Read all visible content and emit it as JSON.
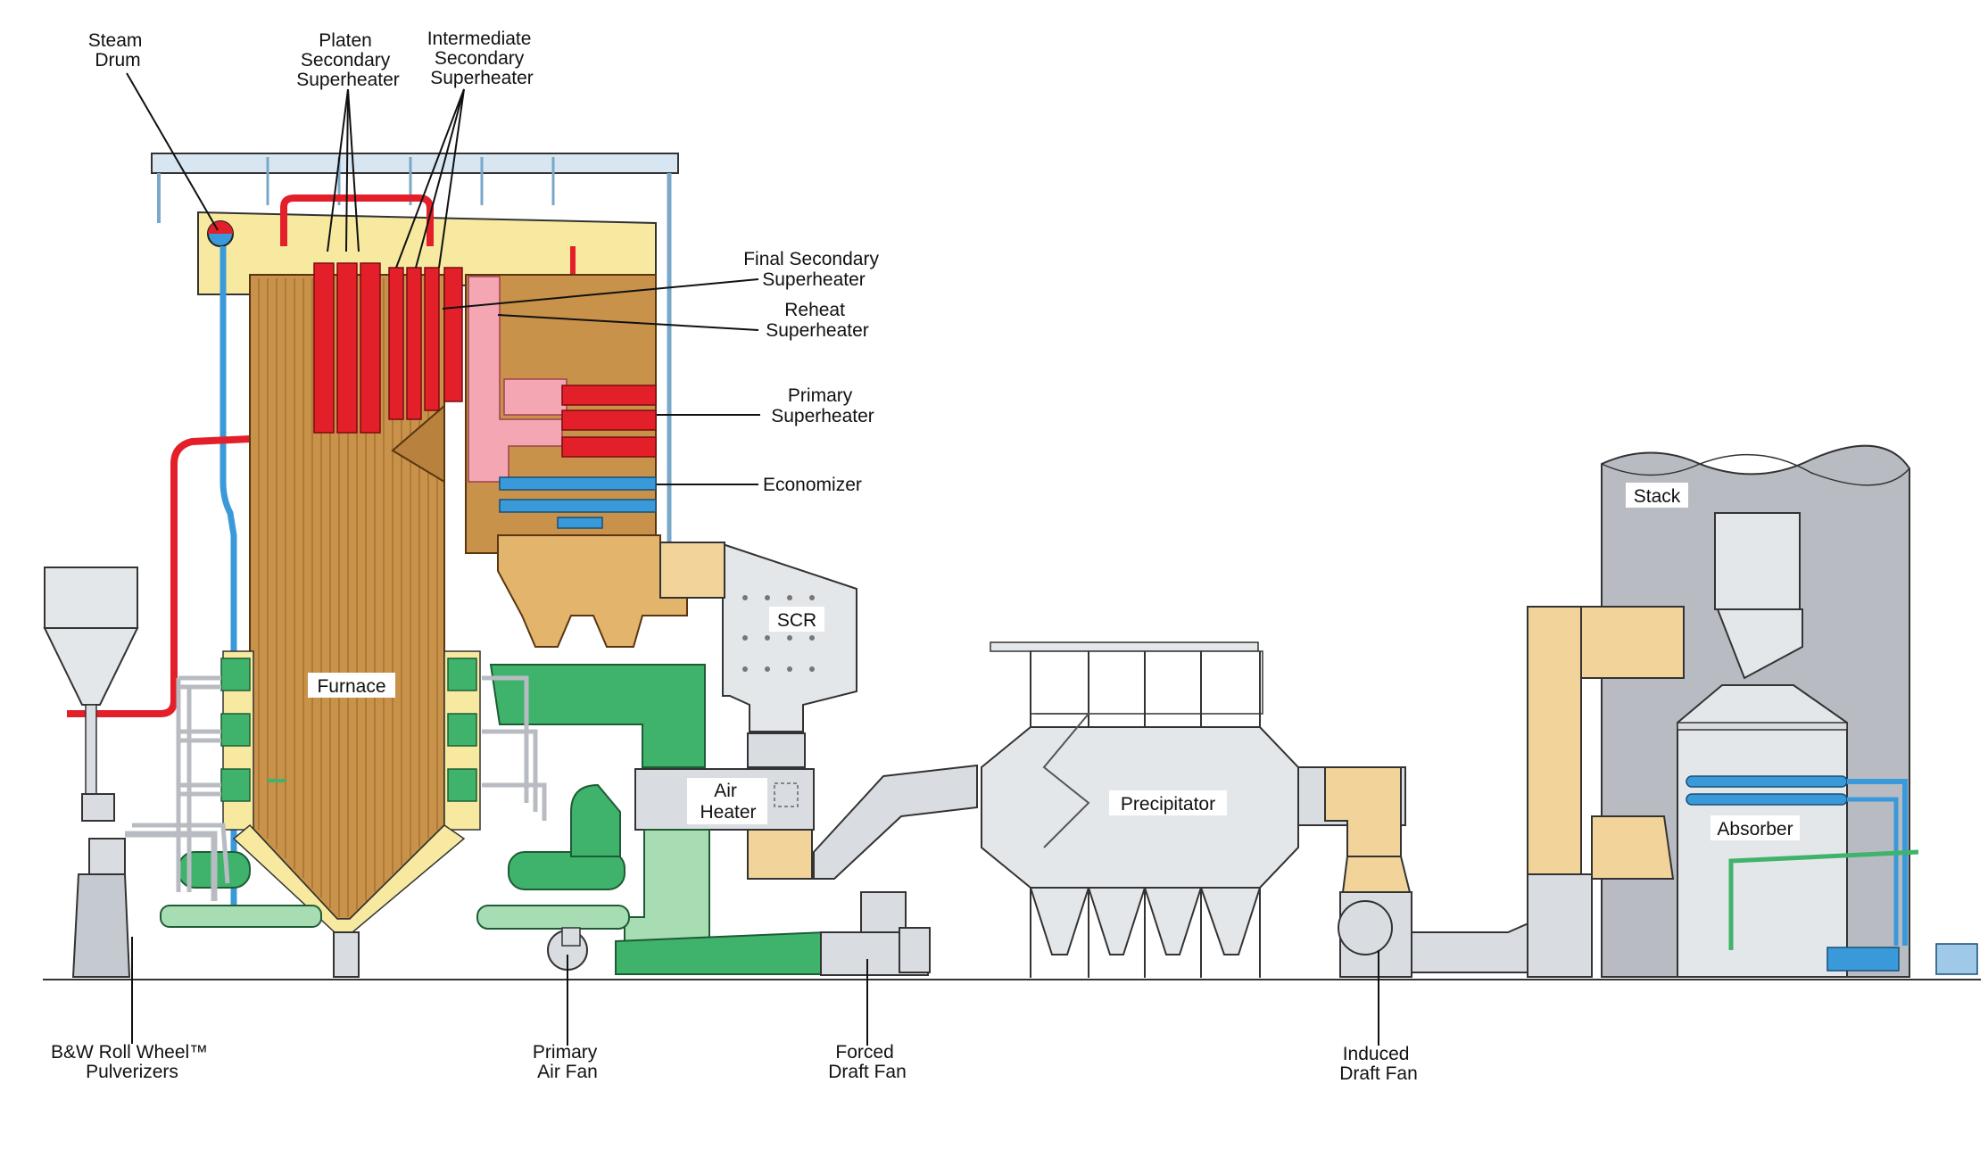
{
  "labels": {
    "steam_drum": [
      "Steam",
      "Drum"
    ],
    "platen_secondary_superheater": [
      "Platen",
      "Secondary",
      "Superheater"
    ],
    "intermediate_secondary_superheater": [
      "Intermediate",
      "Secondary",
      "Superheater"
    ],
    "final_secondary_superheater": [
      "Final Secondary",
      "Superheater"
    ],
    "reheat_superheater": [
      "Reheat",
      "Superheater"
    ],
    "primary_superheater": [
      "Primary",
      "Superheater"
    ],
    "economizer": [
      "Economizer"
    ],
    "scr": "SCR",
    "furnace": "Furnace",
    "air_heater": [
      "Air",
      "Heater"
    ],
    "precipitator": "Precipitator",
    "stack": "Stack",
    "absorber": "Absorber",
    "pulverizers": [
      "B&W Roll Wheel™",
      "Pulverizers"
    ],
    "primary_air_fan": [
      "Primary",
      "Air Fan"
    ],
    "forced_draft_fan": [
      "Forced",
      "Draft Fan"
    ],
    "induced_draft_fan": [
      "Induced",
      "Draft Fan"
    ]
  },
  "colors": {
    "furnace_tubes": "#c8924a",
    "superheater": "#e3202a",
    "reheat": "#f4a7b3",
    "economizer": "#3a9ad9",
    "air_duct": "#3fb36b",
    "air_duct_light": "#a8ddb4",
    "gas_duct": "#d9dde2",
    "gas_duct_tan": "#f2d39a",
    "steel_frame": "#b9d3e6",
    "penthouse": "#f7eaa0",
    "stack_gray": "#b8bcc2"
  }
}
